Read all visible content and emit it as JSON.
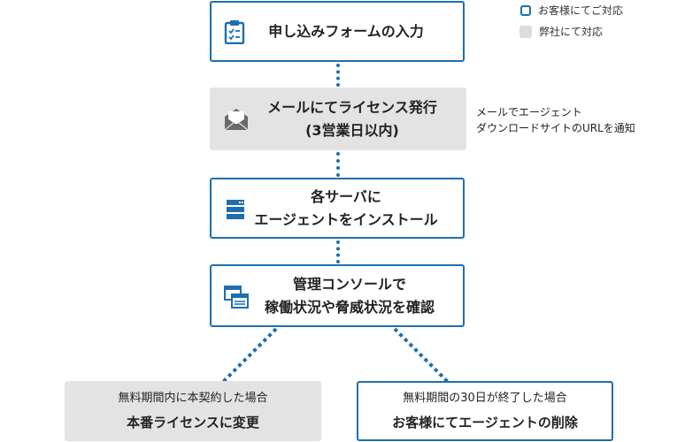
{
  "legend": {
    "customer": "お客様にてご対応",
    "company": "弊社にて対応"
  },
  "steps": {
    "form": {
      "line1": "申し込みフォームの入力",
      "icon": "clipboard-icon"
    },
    "license": {
      "line1": "メールにてライセンス発行",
      "line2": "(3営業日以内)",
      "icon": "envelope-icon"
    },
    "install": {
      "line1": "各サーバに",
      "line2": "エージェントをインストール",
      "icon": "server-icon"
    },
    "console": {
      "line1": "管理コンソールで",
      "line2": "稼働状況や脅威状況を確認",
      "icon": "windows-icon"
    }
  },
  "side_note": {
    "line1": "メールでエージェント",
    "line2": "ダウンロードサイトのURLを通知"
  },
  "outcomes": {
    "contract": {
      "line1": "無料期間内に本契約した場合",
      "line2": "本番ライセンスに変更"
    },
    "expire": {
      "line1": "無料期間の30日が終了した場合",
      "line2": "お客様にてエージェントの削除"
    }
  },
  "colors": {
    "accent": "#1d6fb0",
    "company_box": "#e3e3e3"
  }
}
